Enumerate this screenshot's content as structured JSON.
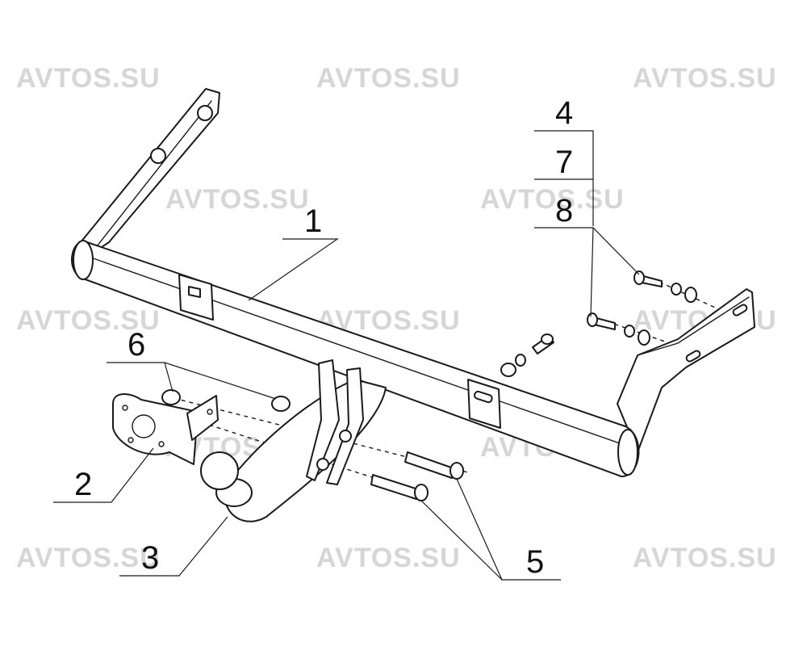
{
  "colors": {
    "line": "#1a1a1a",
    "watermark": "#d6d6d6",
    "background": "#ffffff"
  },
  "watermark": "AVTOS.SU",
  "callouts": {
    "c1": "1",
    "c2": "2",
    "c3": "3",
    "c4": "4",
    "c5": "5",
    "c6": "6",
    "c7": "7",
    "c8": "8"
  }
}
